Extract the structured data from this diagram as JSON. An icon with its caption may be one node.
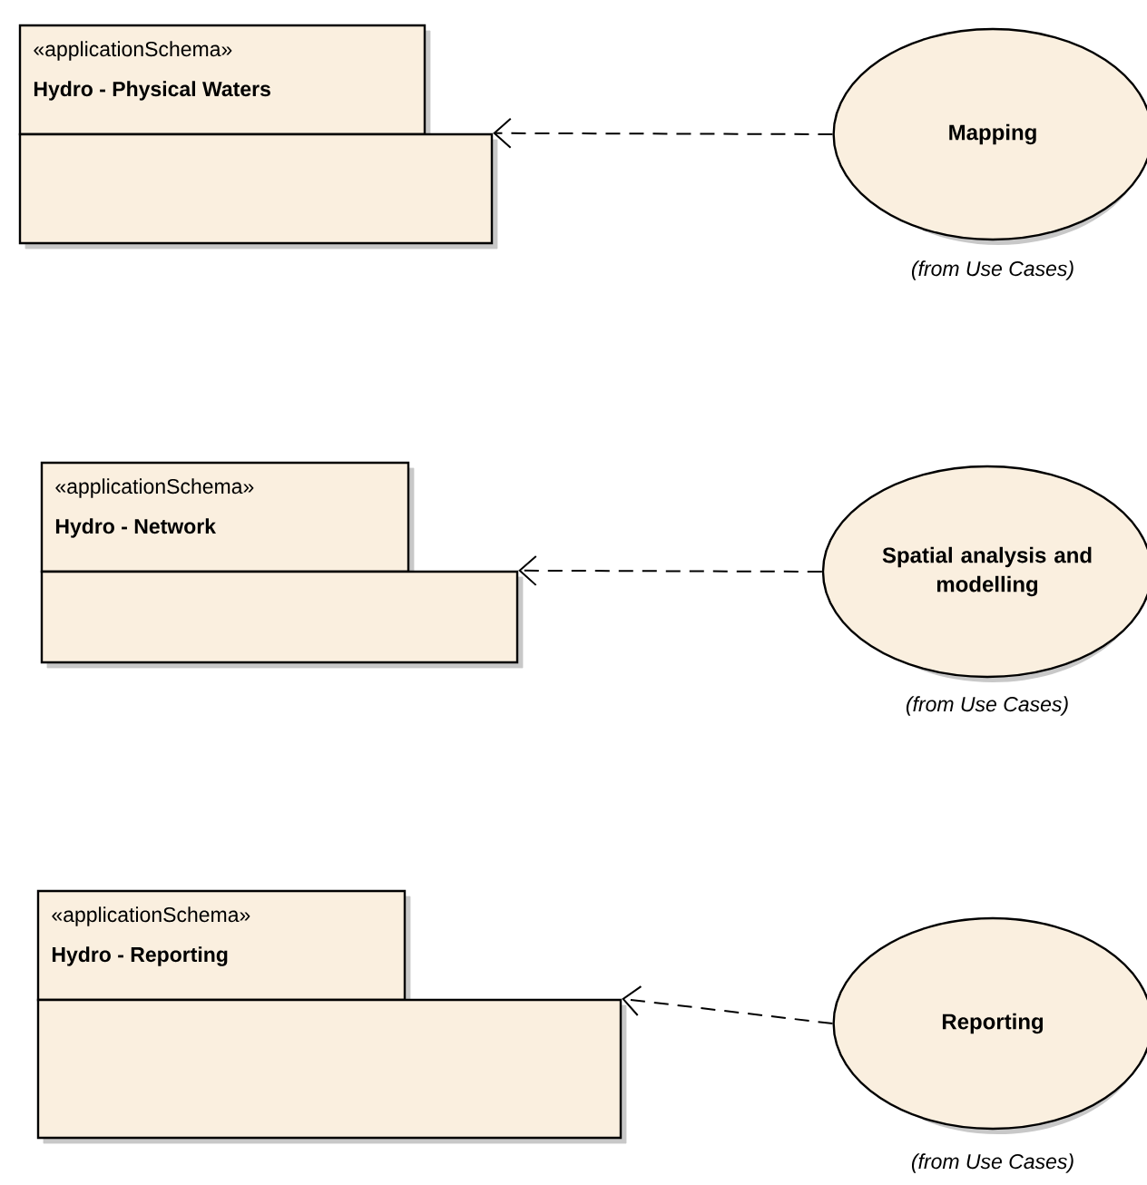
{
  "diagram": {
    "nodes": [
      {
        "text": [
          "«applicationSchema»",
          "Hydro - Physical Waters"
        ]
      },
      {
        "text": [
          "Mapping"
        ],
        "beside": [
          "(from Use Cases)"
        ]
      },
      {
        "text": [
          "«applicationSchema»",
          "Hydro - Network"
        ]
      },
      {
        "text": [
          "Spatial analysis and modelling"
        ],
        "beside": [
          "(from Use Cases)"
        ]
      },
      {
        "text": [
          "«applicationSchema»",
          "Hydro - Reporting"
        ]
      },
      {
        "text": [
          "Reporting"
        ],
        "beside": [
          "(from Use Cases)"
        ]
      }
    ],
    "edges": [
      {
        "from": 1,
        "to": 0,
        "arrow": "to",
        "style": "dashed"
      },
      {
        "from": 3,
        "to": 2,
        "arrow": "to",
        "style": "dashed"
      },
      {
        "from": 5,
        "to": 4,
        "arrow": "to",
        "style": "dashed"
      }
    ]
  }
}
